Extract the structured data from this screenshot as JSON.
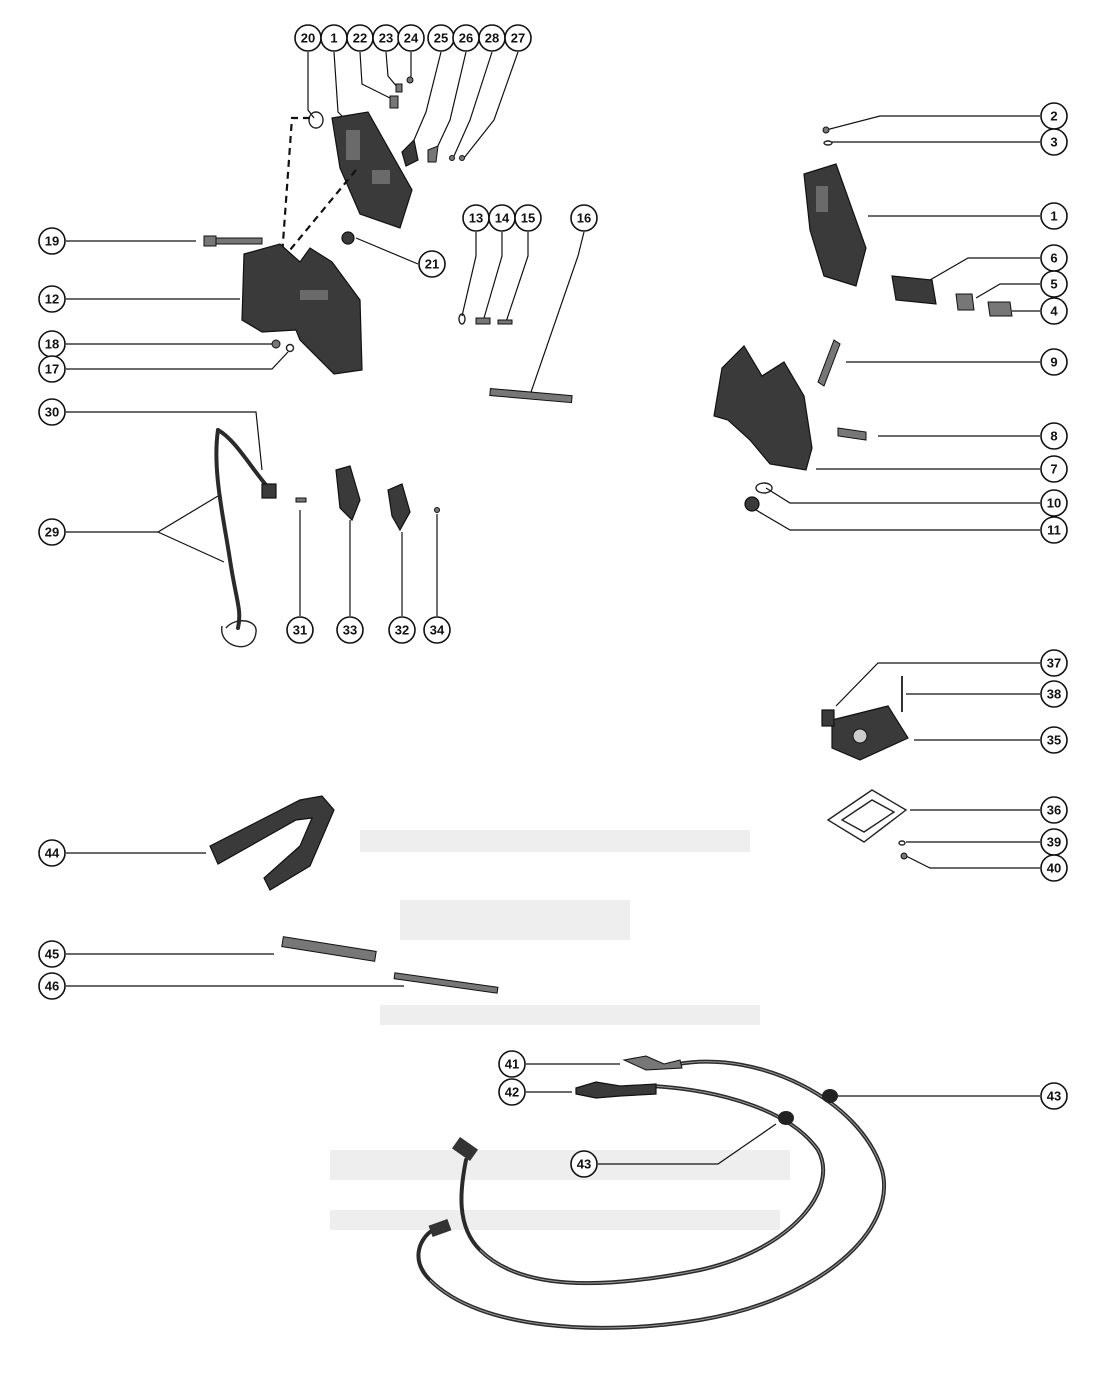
{
  "callouts": [
    {
      "id": "c20",
      "label": "20"
    },
    {
      "id": "c1a",
      "label": "1"
    },
    {
      "id": "c22",
      "label": "22"
    },
    {
      "id": "c23",
      "label": "23"
    },
    {
      "id": "c24",
      "label": "24"
    },
    {
      "id": "c25",
      "label": "25"
    },
    {
      "id": "c26",
      "label": "26"
    },
    {
      "id": "c28",
      "label": "28"
    },
    {
      "id": "c27",
      "label": "27"
    },
    {
      "id": "c2",
      "label": "2"
    },
    {
      "id": "c3",
      "label": "3"
    },
    {
      "id": "c1b",
      "label": "1"
    },
    {
      "id": "c6",
      "label": "6"
    },
    {
      "id": "c5",
      "label": "5"
    },
    {
      "id": "c4",
      "label": "4"
    },
    {
      "id": "c9",
      "label": "9"
    },
    {
      "id": "c8",
      "label": "8"
    },
    {
      "id": "c7",
      "label": "7"
    },
    {
      "id": "c10",
      "label": "10"
    },
    {
      "id": "c11",
      "label": "11"
    },
    {
      "id": "c19",
      "label": "19"
    },
    {
      "id": "c21",
      "label": "21"
    },
    {
      "id": "c12",
      "label": "12"
    },
    {
      "id": "c18",
      "label": "18"
    },
    {
      "id": "c17",
      "label": "17"
    },
    {
      "id": "c13",
      "label": "13"
    },
    {
      "id": "c14",
      "label": "14"
    },
    {
      "id": "c15",
      "label": "15"
    },
    {
      "id": "c16",
      "label": "16"
    },
    {
      "id": "c30",
      "label": "30"
    },
    {
      "id": "c29",
      "label": "29"
    },
    {
      "id": "c31",
      "label": "31"
    },
    {
      "id": "c33",
      "label": "33"
    },
    {
      "id": "c32",
      "label": "32"
    },
    {
      "id": "c34",
      "label": "34"
    },
    {
      "id": "c37",
      "label": "37"
    },
    {
      "id": "c38",
      "label": "38"
    },
    {
      "id": "c35",
      "label": "35"
    },
    {
      "id": "c36",
      "label": "36"
    },
    {
      "id": "c39",
      "label": "39"
    },
    {
      "id": "c40",
      "label": "40"
    },
    {
      "id": "c44",
      "label": "44"
    },
    {
      "id": "c45",
      "label": "45"
    },
    {
      "id": "c46",
      "label": "46"
    },
    {
      "id": "c41",
      "label": "41"
    },
    {
      "id": "c42",
      "label": "42"
    },
    {
      "id": "c43a",
      "label": "43"
    },
    {
      "id": "c43b",
      "label": "43"
    }
  ]
}
